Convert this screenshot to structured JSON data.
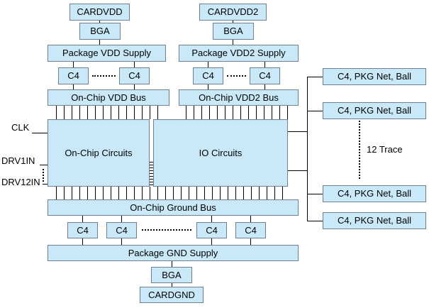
{
  "nodes": {
    "cardvdd": {
      "label": "CARDVDD"
    },
    "cardvdd2": {
      "label": "CARDVDD2"
    },
    "bga": {
      "label": "BGA"
    },
    "pkg_vdd_supply": {
      "label": "Package VDD Supply"
    },
    "pkg_vdd2_supply": {
      "label": "Package VDD2 Supply"
    },
    "c4": {
      "label": "C4"
    },
    "onchip_vdd_bus": {
      "label": "On-Chip VDD Bus"
    },
    "onchip_vdd2_bus": {
      "label": "On-Chip VDD2 Bus"
    },
    "onchip_circuits": {
      "label": "On-Chip Circuits"
    },
    "io_circuits": {
      "label": "IO Circuits"
    },
    "onchip_ground_bus": {
      "label": "On-Chip Ground Bus"
    },
    "pkg_gnd_supply": {
      "label": "Package GND Supply"
    },
    "cardgnd": {
      "label": "CARDGND"
    },
    "c4_pkg_net_ball": {
      "label": "C4, PKG Net, Ball"
    }
  },
  "signals": {
    "clk": "CLK",
    "drv1in": "DRV1IN",
    "drv12in": "DRV12IN"
  },
  "annotations": {
    "trace_count": "12 Trace"
  },
  "colors": {
    "box_fill": "#c9e9f8",
    "box_border": "#708090",
    "wire": "#000000"
  }
}
